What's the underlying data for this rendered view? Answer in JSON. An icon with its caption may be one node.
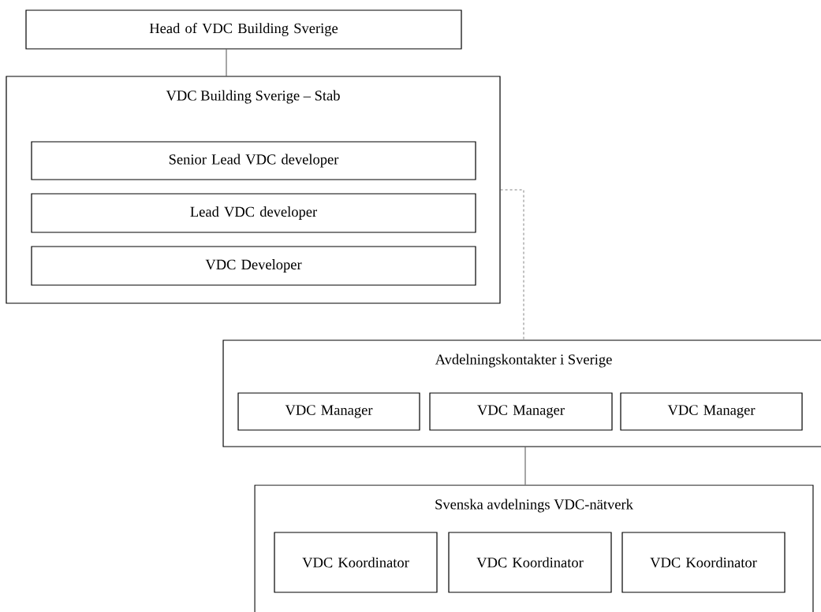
{
  "diagram": {
    "nodes": [
      {
        "text": [
          "Head of VDC Building Sverige"
        ]
      },
      {
        "text": [
          "VDC Building Sverige – Stab"
        ]
      },
      {
        "text": [
          "Senior Lead VDC developer"
        ],
        "in": 1
      },
      {
        "text": [
          "Lead VDC developer"
        ],
        "in": 1
      },
      {
        "text": [
          "VDC Developer"
        ],
        "in": 1
      },
      {
        "text": [
          "Avdelningskontakter i Sverige"
        ]
      },
      {
        "text": [
          "VDC Manager"
        ],
        "in": 5
      },
      {
        "text": [
          "VDC Manager"
        ],
        "in": 5
      },
      {
        "text": [
          "VDC Manager"
        ],
        "in": 5
      },
      {
        "text": [
          "Svenska avdelnings VDC-nätverk"
        ]
      },
      {
        "text": [
          "VDC Koordinator"
        ],
        "in": 9
      },
      {
        "text": [
          "VDC Koordinator"
        ],
        "in": 9
      },
      {
        "text": [
          "VDC Koordinator"
        ],
        "in": 9
      }
    ],
    "edges": [
      {
        "from": 0,
        "to": 1,
        "arrow": "none"
      },
      {
        "from": 1,
        "to": 5,
        "arrow": "none",
        "style": "dashed"
      },
      {
        "from": 5,
        "to": 9,
        "arrow": "none"
      }
    ]
  }
}
